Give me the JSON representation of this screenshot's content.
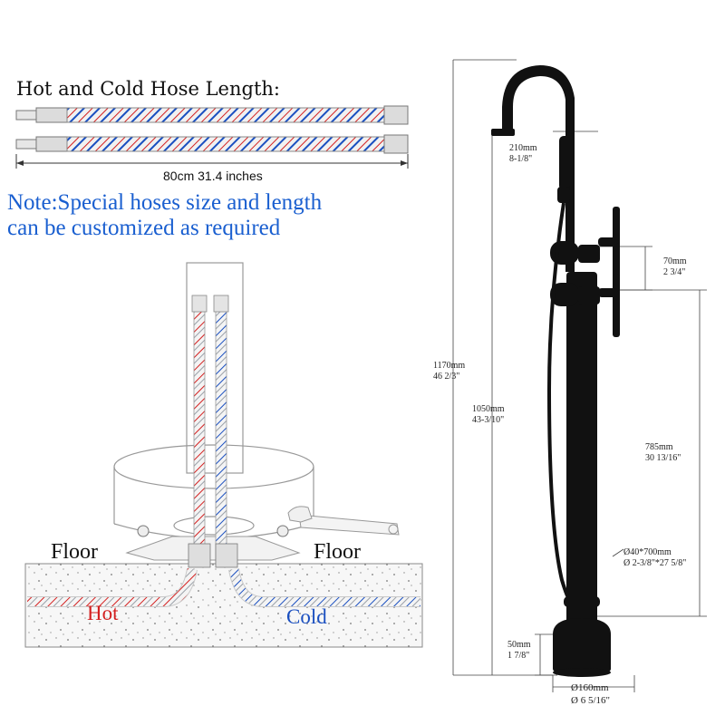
{
  "hose": {
    "title": "Hot and Cold Hose Length:",
    "length": "80cm  31.4 inches"
  },
  "note": {
    "line1": "Note:Special hoses size and length",
    "line2": "can be customized as required"
  },
  "install": {
    "floor_left": "Floor",
    "floor_right": "Floor",
    "hot": "Hot",
    "cold": "Cold"
  },
  "dims": {
    "total_mm": "1170mm",
    "total_in": "46 2/3\"",
    "body_mm": "1050mm",
    "body_in": "43-3/10\"",
    "reach_mm": "210mm",
    "reach_in": "8-1/8\"",
    "handle_mm": "70mm",
    "handle_in": "2 3/4\"",
    "lower_mm": "785mm",
    "lower_in": "30 13/16\"",
    "pipe_mm": "Ø40*700mm",
    "pipe_in": "Ø 2-3/8\"*27 5/8\"",
    "base_h_mm": "50mm",
    "base_h_in": "1 7/8\"",
    "base_d_mm": "Ø160mm",
    "base_d_in": "Ø 6 5/16\""
  },
  "colors": {
    "hot": "#d42020",
    "cold": "#1a4fc0",
    "note": "#1a5fd0",
    "faucet": "#111111"
  }
}
